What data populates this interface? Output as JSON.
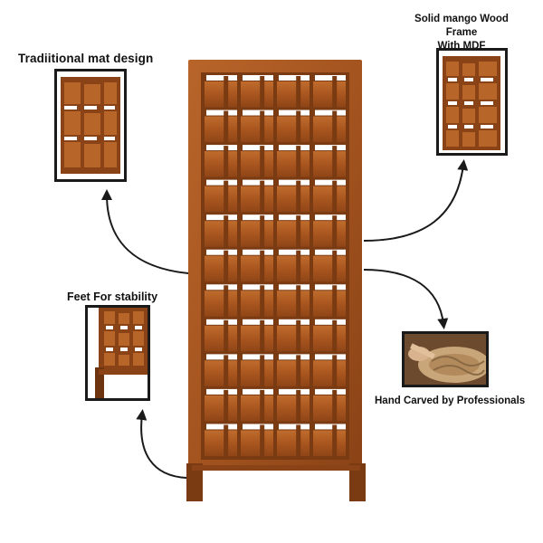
{
  "labels": {
    "mat_design": "Tradiitional mat  design",
    "frame_line1": "Solid mango Wood Frame",
    "frame_line2": "With MDF",
    "feet": "Feet For stability",
    "carved": "Hand Carved by Professionals"
  },
  "colors": {
    "wood_light": "#b8652a",
    "wood_mid": "#9e4f1c",
    "wood_dark": "#6e3410",
    "arrow": "#1a1a1a",
    "background": "#ffffff"
  },
  "icons": {
    "arrow": "curved-arrow-icon"
  }
}
